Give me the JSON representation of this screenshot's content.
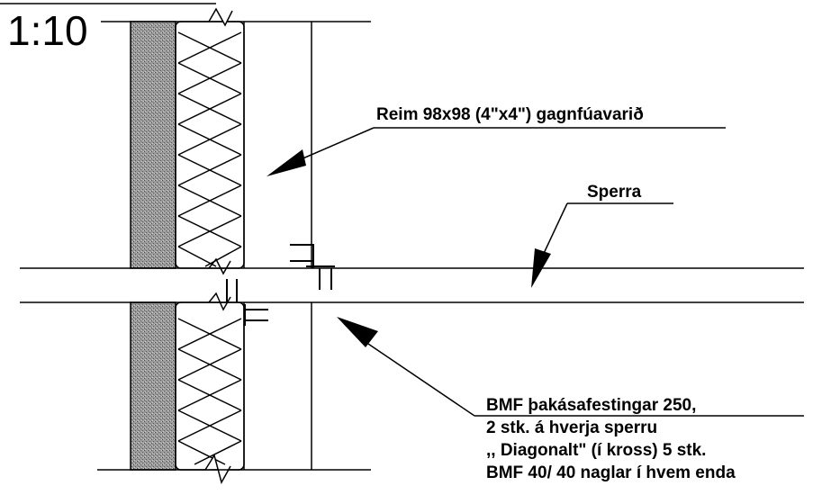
{
  "scale_label": "1:10",
  "labels": {
    "reim": "Reim 98x98 (4\"x4\") gagnfúavarið",
    "sperra": "Sperra",
    "bmf_lines": [
      "BMF þakásafestingar 250,",
      "2 stk. á hverja sperru",
      ",, Diagonalt\" (í kross) 5 stk.",
      "BMF 40/ 40 naglar í hvem enda"
    ]
  },
  "colors": {
    "line": "#000000",
    "sheathing_hatch": "#8c8c8c",
    "background": "#ffffff"
  },
  "elements": {
    "sheathing": "hatched-board",
    "insulation": "crossed-insulation",
    "rafter": "horizontal-member",
    "fasteners": "nail-icons",
    "arrows": "leader-arrow-icons"
  }
}
